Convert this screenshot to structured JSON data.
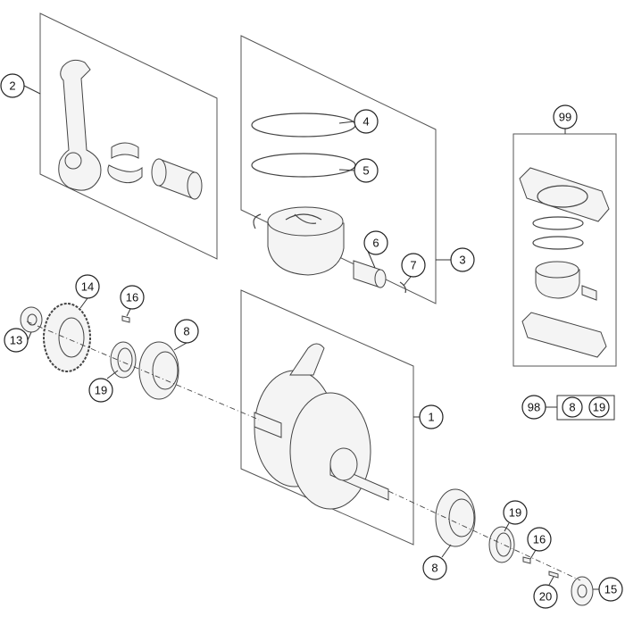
{
  "diagram": {
    "callouts": {
      "c2": "2",
      "c4": "4",
      "c5": "5",
      "c6": "6",
      "c7": "7",
      "c3": "3",
      "c99": "99",
      "c14": "14",
      "c16a": "16",
      "c8a": "8",
      "c13": "13",
      "c19a": "19",
      "c1": "1",
      "c98": "98",
      "c19b": "19",
      "c16b": "16",
      "c8b": "8",
      "c20": "20",
      "c15": "15"
    },
    "set_box": {
      "items": [
        "8",
        "19"
      ]
    }
  }
}
